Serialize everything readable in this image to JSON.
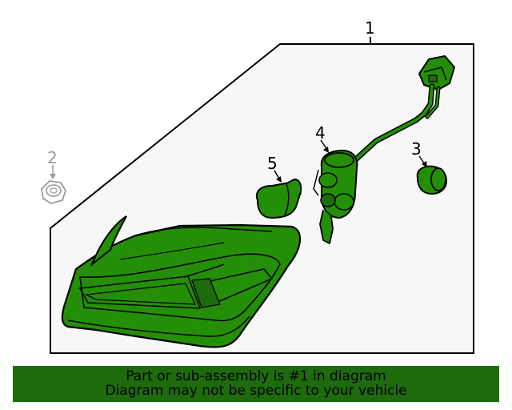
{
  "diagram": {
    "callouts": [
      {
        "id": "1",
        "label": "1"
      },
      {
        "id": "2",
        "label": "2"
      },
      {
        "id": "3",
        "label": "3"
      },
      {
        "id": "4",
        "label": "4"
      },
      {
        "id": "5",
        "label": "5"
      }
    ],
    "colors": {
      "part_fill": "#248f06",
      "part_dark": "#1e6b0e",
      "panel_fill": "#f7f7f7",
      "outline": "#000000",
      "ghost": "#9a9a9a"
    }
  },
  "banner": {
    "line1": "Part or sub-assembly is #1 in diagram",
    "line2": "Diagram may not be specific to your vehicle"
  }
}
